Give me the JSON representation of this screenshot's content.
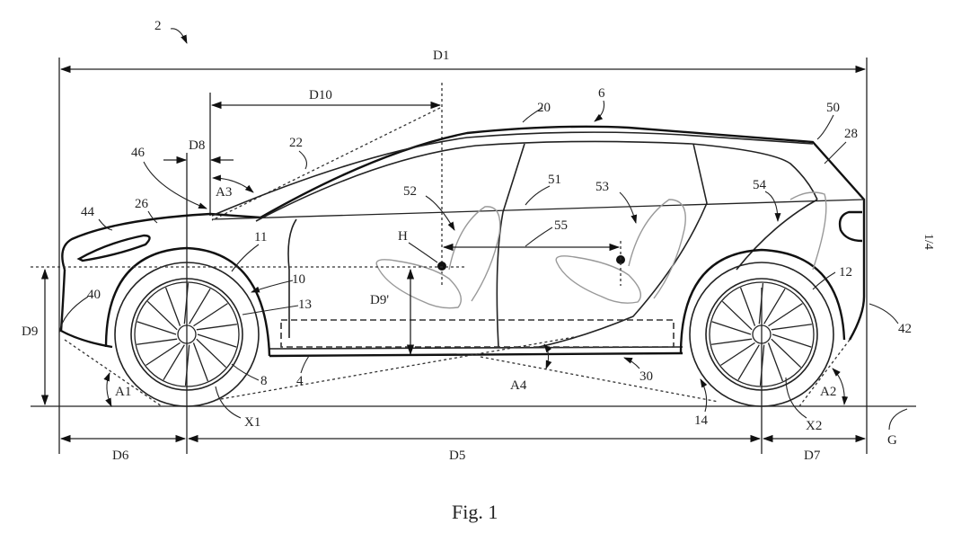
{
  "figure": {
    "caption": "Fig. 1",
    "sheet_number": "1/4",
    "colors": {
      "ink": "#222222",
      "background": "#ffffff",
      "seat_outline": "#999999"
    }
  },
  "labels": {
    "vehicle": "2",
    "body": "6",
    "roof": "20",
    "windshield": "22",
    "bonnet": "26",
    "rear_window": "28",
    "roof_end": "50",
    "front_panel": "44",
    "cowl": "46",
    "front_bumper": "40",
    "rear_bumper": "42",
    "front_wheel_arch": "11",
    "front_wheel": "10",
    "sill_front": "13",
    "front_tyre": "8",
    "underbody": "4",
    "rear_wheel_arch": "12",
    "rear_tyre": "14",
    "sill": "30",
    "belt_line": "51",
    "front_seat": "52",
    "middle_seat": "53",
    "rear_seat": "54",
    "seat_spacing": "55",
    "hip_point": "H",
    "front_axle": "X1",
    "rear_axle": "X2",
    "ground": "G"
  },
  "dimensions": {
    "overall_length": "D1",
    "wheelbase": "D5",
    "front_overhang": "D6",
    "rear_overhang": "D7",
    "cowl_offset": "D8",
    "hip_height": "D9",
    "hip_to_floor": "D9'",
    "cowl_to_hip": "D10"
  },
  "angles": {
    "approach": "A1",
    "departure": "A2",
    "windshield": "A3",
    "breakover": "A4"
  }
}
